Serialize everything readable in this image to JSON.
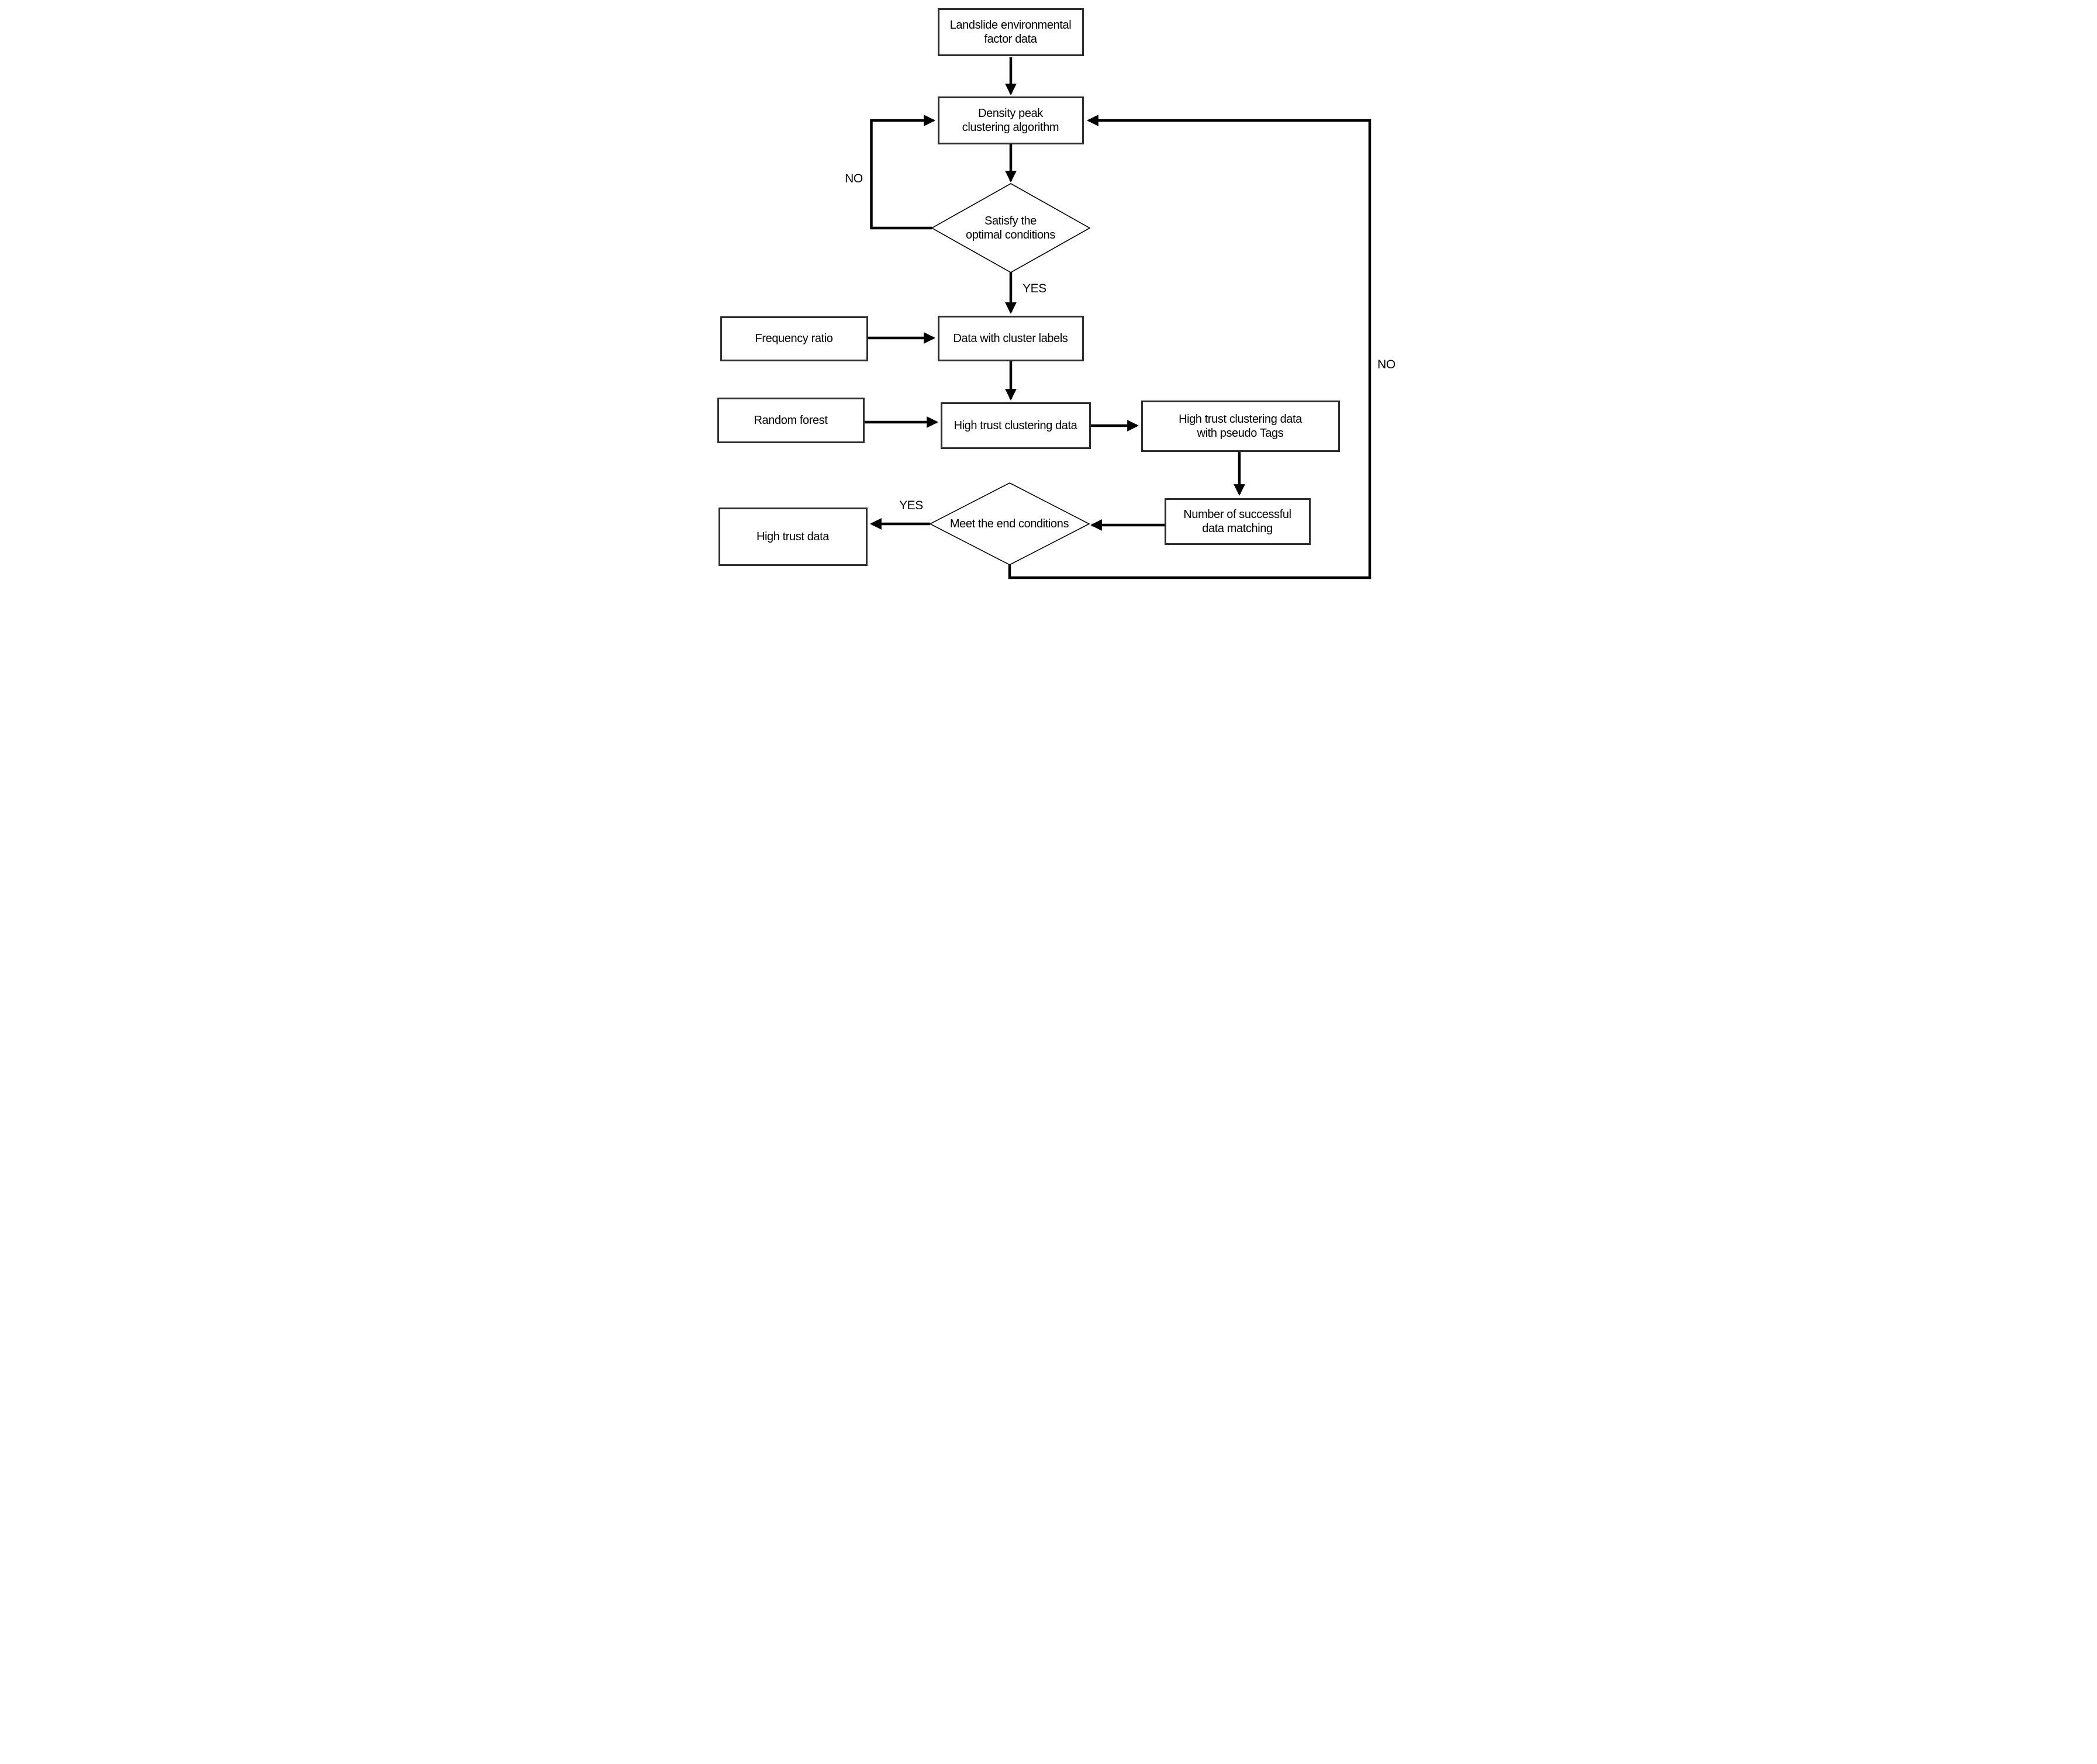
{
  "diagram": {
    "type": "flowchart",
    "background": "#ffffff",
    "line_color": "#000000",
    "box_border_color": "#2e2e2e",
    "text_color": "#000000"
  },
  "nodes": {
    "landslide": "Landslide environmental\nfactor data",
    "density": "Density peak\nclustering algorithm",
    "satisfy": "Satisfy the\noptimal conditions",
    "freq": "Frequency ratio",
    "cluster_labels": "Data with cluster labels",
    "random_forest": "Random forest",
    "high_trust_clustering": "High trust clustering data",
    "pseudo": "High trust clustering data\nwith pseudo Tags",
    "matching": "Number of successful\ndata matching",
    "meet": "Meet the end conditions",
    "high_trust_data": "High trust data"
  },
  "edge_labels": {
    "no_left": "NO",
    "yes_top": "YES",
    "yes_bottom": "YES",
    "no_right": "NO"
  },
  "edges": [
    {
      "from": "landslide",
      "to": "density",
      "label": ""
    },
    {
      "from": "density",
      "to": "satisfy",
      "label": ""
    },
    {
      "from": "satisfy",
      "to": "density",
      "label": "NO"
    },
    {
      "from": "satisfy",
      "to": "cluster_labels",
      "label": "YES"
    },
    {
      "from": "freq",
      "to": "cluster_labels",
      "label": ""
    },
    {
      "from": "cluster_labels",
      "to": "high_trust_clustering",
      "label": ""
    },
    {
      "from": "random_forest",
      "to": "high_trust_clustering",
      "label": ""
    },
    {
      "from": "high_trust_clustering",
      "to": "pseudo",
      "label": ""
    },
    {
      "from": "pseudo",
      "to": "matching",
      "label": ""
    },
    {
      "from": "matching",
      "to": "meet",
      "label": ""
    },
    {
      "from": "meet",
      "to": "high_trust_data",
      "label": "YES"
    },
    {
      "from": "meet",
      "to": "density",
      "label": "NO"
    }
  ]
}
